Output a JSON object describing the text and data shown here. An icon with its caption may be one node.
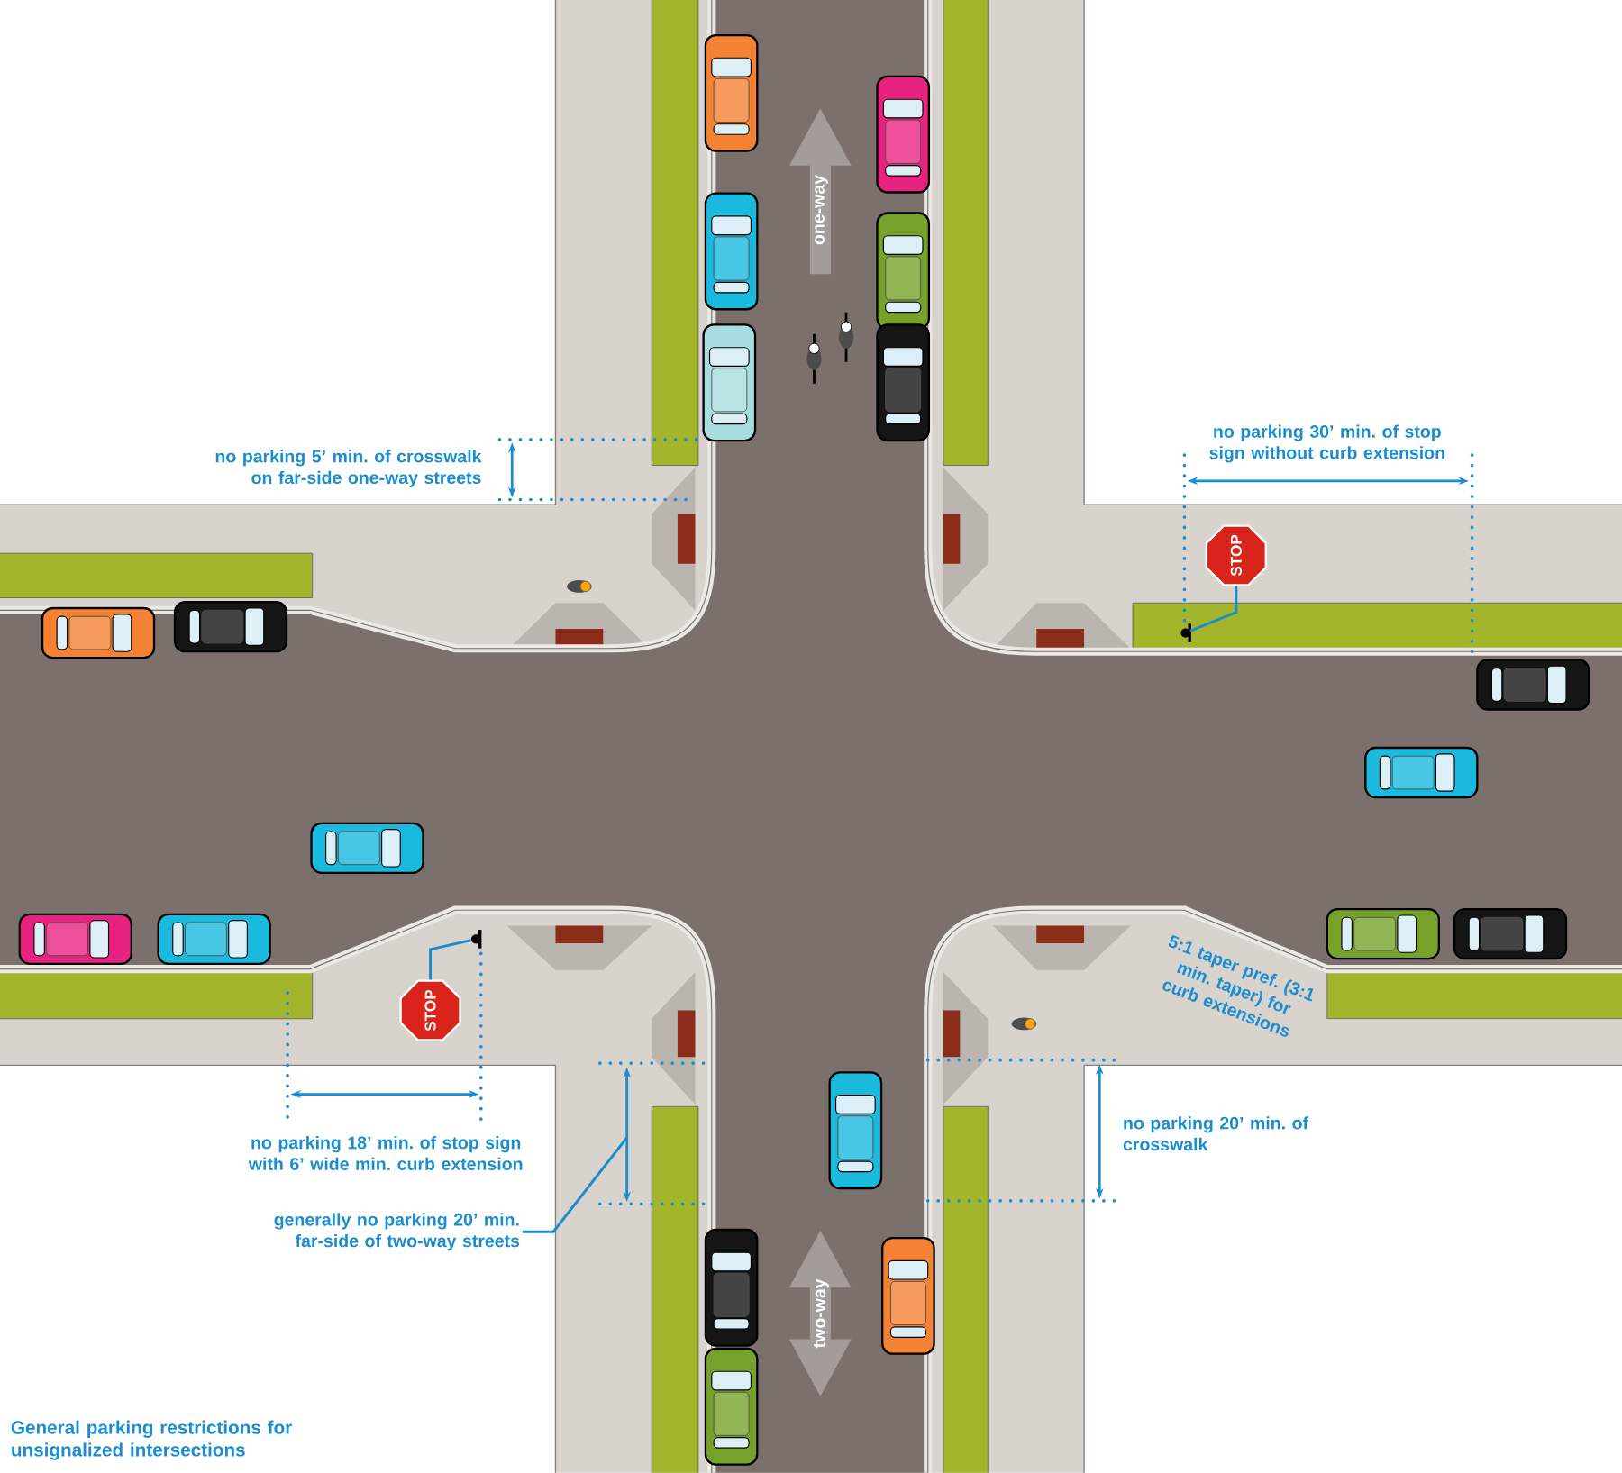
{
  "diagram": {
    "caption": "General parking restrictions for unsignalized intersections",
    "nodes": [
      {
        "text": [
          "STOP"
        ]
      },
      {
        "text": [
          "STOP"
        ]
      },
      {
        "text": [
          "generally no parking 20’ min. far-side of two-way streets"
        ]
      },
      {
        "text": [],
        "shape": "circle"
      },
      {
        "text": [],
        "shape": "circle"
      }
    ],
    "edges": [
      {
        "from": 0,
        "to": 3,
        "arrow": "none"
      },
      {
        "from": 1,
        "to": 4,
        "arrow": "none"
      },
      {
        "from": 2,
        "to": null,
        "arrow": "none"
      }
    ],
    "labels": [
      "one-way",
      "no parking 30’ min. of stop sign without curb extension",
      "no parking 5’ min. of crosswalk on far-side one-way streets",
      "5:1 taper pref. (3:1 min. taper) for curb extensions",
      "no parking 20’ min. of crosswalk",
      "no parking 18’ min. of stop sign with 6’ wide min. curb extension",
      "two-way"
    ]
  }
}
